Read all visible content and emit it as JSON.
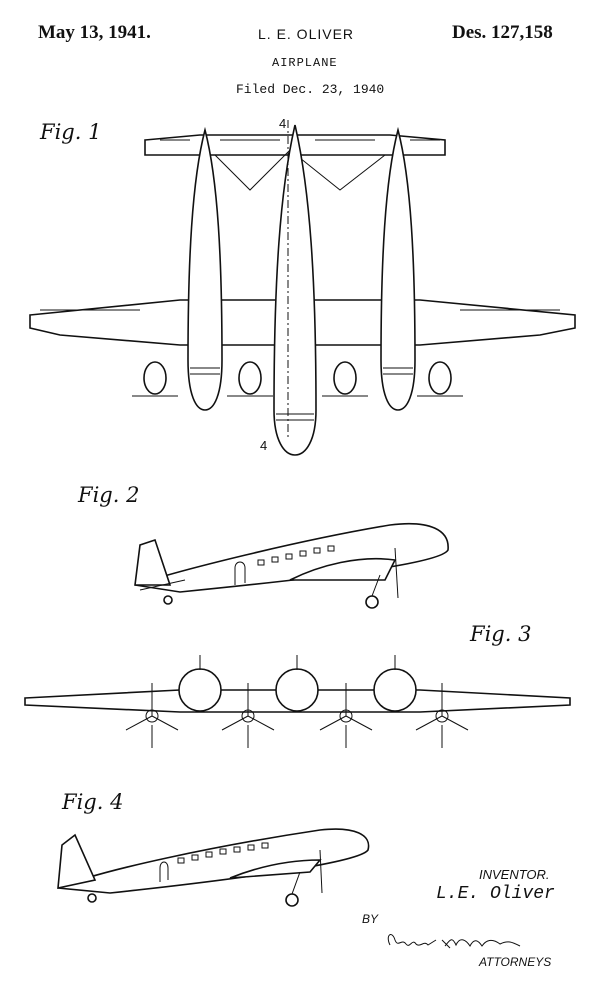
{
  "header": {
    "date": "May 13, 1941.",
    "inventor": "L. E. OLIVER",
    "patent_number": "Des. 127,158",
    "title": "AIRPLANE",
    "filed": "Filed Dec. 23, 1940"
  },
  "figures": {
    "fig1": "Fig. 1",
    "fig2": "Fig. 2",
    "fig3": "Fig. 3",
    "fig4": "Fig. 4",
    "section_top": "4",
    "section_bottom": "4"
  },
  "footer": {
    "inventor_label": "INVENTOR.",
    "inventor_name": "L.E. Oliver",
    "by": "BY",
    "signature": "Webster & Webster",
    "attorneys": "ATTORNEYS"
  }
}
